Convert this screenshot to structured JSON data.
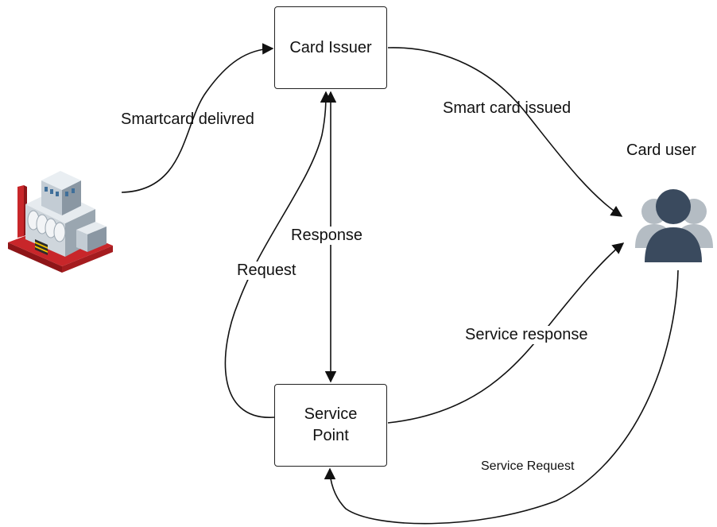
{
  "nodes": {
    "card_issuer": "Card Issuer",
    "service_point_line1": "Service",
    "service_point_line2": "Point",
    "card_user": "Card user"
  },
  "edges": {
    "smartcard_delivered": "Smartcard delivred",
    "smart_card_issued": "Smart card issued",
    "response": "Response",
    "request": "Request",
    "service_response": "Service response",
    "service_request": "Service Request"
  },
  "icons": {
    "factory": "factory-icon",
    "user": "user-group-icon"
  },
  "colors": {
    "user_icon_front": "#3a4a5e",
    "user_icon_back": "#b4bcc3",
    "factory_base": "#c8262a"
  }
}
